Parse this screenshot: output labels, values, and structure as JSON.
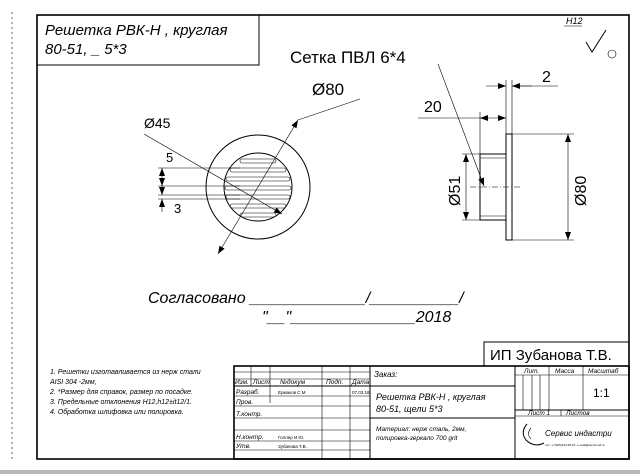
{
  "title_block_top": {
    "line1": "Решетка РВК-Н , круглая",
    "line2": "80-51, _ 5*3"
  },
  "roughness": "H12",
  "front_view": {
    "dia_outer": "Ø80",
    "dia_inner": "Ø45",
    "dim_slot_pitch": "5",
    "dim_slot_width": "3"
  },
  "side_view": {
    "mesh_label": "Сетка ПВЛ 6*4",
    "dim_thickness": "2",
    "dim_length": "20",
    "dia_sleeve": "Ø51",
    "dia_flange": "Ø80"
  },
  "approval": {
    "line1": "Согласовано _____________/__________/",
    "line2": "\"__\"______________2018"
  },
  "notes": [
    "1. Решетки изготавливается из нерж стали",
    "AISI 304 -2мм,",
    "2. *Размер для справок, размер по посадке.",
    "3. Предельные отклонения H12,h12±it12/1.",
    "4. Обработка шлифовка или полировка."
  ],
  "stamp": {
    "company": "ИП Зубанова Т.В.",
    "order_label": "Заказ:",
    "headers": {
      "izm": "Изм.",
      "list": "Лист",
      "ndoc": "№докум",
      "podp": "Подп.",
      "data": "Дата"
    },
    "rows": [
      {
        "label": "Разраб.",
        "name": "Ермаков С.М",
        "date": "07.03.18"
      },
      {
        "label": "Пров.",
        "name": "",
        "date": ""
      },
      {
        "label": "Т.контр.",
        "name": "",
        "date": ""
      },
      {
        "label": "Н.контр.",
        "name": "Голлер И.Ю.",
        "date": ""
      },
      {
        "label": "Утв.",
        "name": "Зубанова Т.В.",
        "date": ""
      }
    ],
    "product_line1": "Решетка РВК-Н , круглая",
    "product_line2": "80-51, щели 5*3",
    "material_line1": "Материал: нерж сталь, 2мм,",
    "material_line2": "полировка-зеркало 700 grit",
    "lit_label": "Лит.",
    "mass_label": "Масса",
    "scale_label": "Масштаб",
    "scale_value": "1:1",
    "sheet_label": "Лист 1",
    "sheets_label": "Листов",
    "logo_text": "Сервис индастри",
    "logo_subtext": "тел. +7(495)123-45-67, e-mail@servis-ind.ru"
  }
}
